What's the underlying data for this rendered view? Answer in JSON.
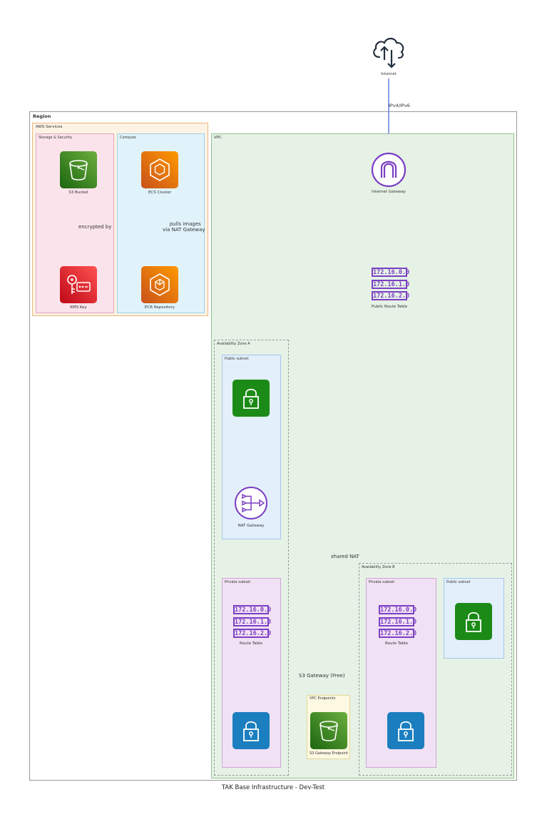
{
  "title": "TAK Base Infrastructure - Dev-Test",
  "internet": {
    "label": "Internet",
    "icon": "cloud-icon"
  },
  "region": {
    "label": "Region"
  },
  "aws_services": {
    "label": "AWS Services",
    "storage_security": {
      "label": "Storage & Security",
      "s3_bucket": "S3 Bucket",
      "kms_key": "KMS Key",
      "edge_label": "encrypted by"
    },
    "compute": {
      "label": "Compute",
      "ecs_cluster": "ECS Cluster",
      "ecr_repository": "ECR Repository",
      "edge_label_1": "pulls images",
      "edge_label_2": "via NAT Gateway"
    }
  },
  "vpc": {
    "label": "VPC",
    "internet_gateway": "Internet Gateway",
    "ipv_label": "IPv4/IPv6",
    "public_route_table": {
      "label": "Public Route Table",
      "rows": [
        "172.16.0.0",
        "172.16.1.0",
        "172.16.2.0"
      ]
    },
    "az_a": {
      "label": "Availability Zone A",
      "public_subnet": "Public subnet",
      "nat_gateway": "NAT Gateway",
      "private_subnet": "Private subnet",
      "route_table": {
        "label": "Route Table",
        "rows": [
          "172.16.0.0",
          "172.16.1.0",
          "172.16.2.0"
        ]
      }
    },
    "az_b": {
      "label": "Availability Zone B",
      "private_subnet": "Private subnet",
      "public_subnet": "Public subnet",
      "route_table": {
        "label": "Route Table",
        "rows": [
          "172.16.0.0",
          "172.16.1.0",
          "172.16.2.0"
        ]
      }
    },
    "shared_nat": "shared NAT",
    "s3_gateway_free": "S3 Gateway (Free)",
    "vpc_endpoints": {
      "label": "VPC Endpoints",
      "s3_gateway_endpoint": "S3 Gateway Endpoint"
    }
  },
  "colors": {
    "region_border": "#999999",
    "aws_services_fill": "#fdf3e5",
    "storage_fill": "#fbe3ec",
    "compute_fill": "#e1f3fa",
    "vpc_fill": "#e6f2e6",
    "public_subnet_fill": "#e3effb",
    "private_subnet_fill": "#f1e1f4",
    "endpoints_fill": "#fdf8e1",
    "s3_green": "#3f8624",
    "kms_red": "#d6242d",
    "ecs_orange": "#e7760c",
    "lock_green": "#1c8a17",
    "lock_blue": "#1b7ebf",
    "purple": "#7b3fc4"
  }
}
